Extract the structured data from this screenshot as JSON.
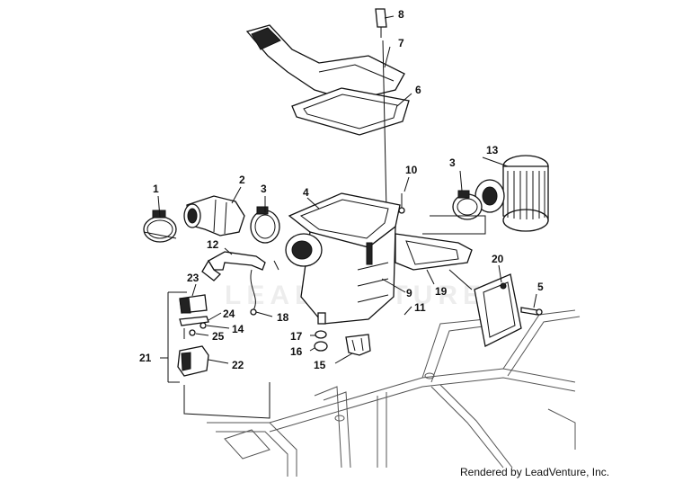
{
  "diagram": {
    "callouts": [
      {
        "id": "1",
        "text": "1"
      },
      {
        "id": "2",
        "text": "2"
      },
      {
        "id": "3a",
        "text": "3"
      },
      {
        "id": "3b",
        "text": "3"
      },
      {
        "id": "4",
        "text": "4"
      },
      {
        "id": "5",
        "text": "5"
      },
      {
        "id": "6",
        "text": "6"
      },
      {
        "id": "7",
        "text": "7"
      },
      {
        "id": "8",
        "text": "8"
      },
      {
        "id": "9",
        "text": "9"
      },
      {
        "id": "10",
        "text": "10"
      },
      {
        "id": "11",
        "text": "11"
      },
      {
        "id": "12",
        "text": "12"
      },
      {
        "id": "13",
        "text": "13"
      },
      {
        "id": "14",
        "text": "14"
      },
      {
        "id": "15",
        "text": "15"
      },
      {
        "id": "16",
        "text": "16"
      },
      {
        "id": "17",
        "text": "17"
      },
      {
        "id": "18",
        "text": "18"
      },
      {
        "id": "19",
        "text": "19"
      },
      {
        "id": "20",
        "text": "20"
      },
      {
        "id": "21",
        "text": "21"
      },
      {
        "id": "22",
        "text": "22"
      },
      {
        "id": "23",
        "text": "23"
      },
      {
        "id": "24",
        "text": "24"
      },
      {
        "id": "25",
        "text": "25"
      }
    ],
    "watermark": "LEADVENTURE"
  },
  "footer": {
    "credit": "Rendered by LeadVenture, Inc."
  }
}
